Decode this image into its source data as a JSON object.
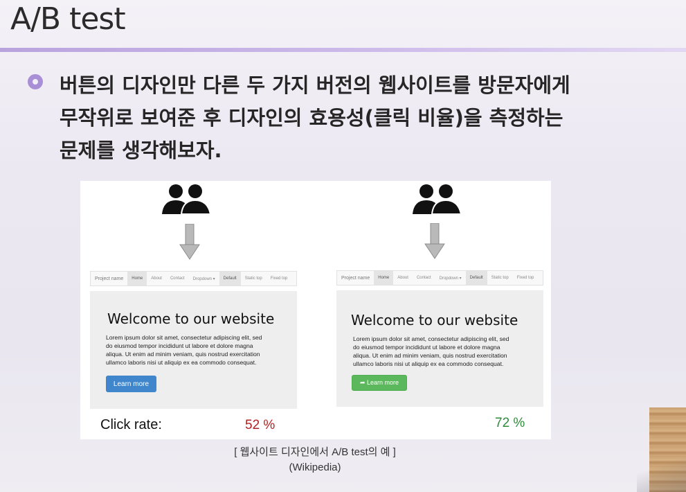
{
  "slide": {
    "title": "A/B test",
    "body": "버튼의 디자인만 다른 두 가지 버전의 웹사이트를 방문자에게\n무작위로 보여준 후 디자인의 효용성(클릭 비율)을 측정하는\n문제를 생각해보자."
  },
  "figure": {
    "left": {
      "nav": {
        "brand": "Project name",
        "items": [
          "Home",
          "About",
          "Contact",
          "Dropdown ▾",
          "Default",
          "Static top",
          "Fixed top"
        ]
      },
      "hero_title": "Welcome to our website",
      "hero_text": "Lorem ipsum dolor sit amet, consectetur adipiscing elit, sed\ndo eiusmod tempor incididunt ut labore et dolore magna\naliqua. Ut enim ad minim veniam, quis nostrud exercitation\nullamco laboris nisi ut aliquip ex ea commodo consequat.",
      "button_label": "Learn more",
      "click_rate": "52 %"
    },
    "right": {
      "nav": {
        "brand": "Project name",
        "items": [
          "Home",
          "About",
          "Contact",
          "Dropdown ▾",
          "Default",
          "Static top",
          "Fixed top"
        ]
      },
      "hero_title": "Welcome to our website",
      "hero_text": "Lorem ipsum dolor sit amet, consectetur adipiscing elit, sed\ndo eiusmod tempor incididunt ut labore et dolore magna\naliqua. Ut enim ad minim veniam, quis nostrud exercitation\nullamco laboris nisi ut aliquip ex ea commodo consequat.",
      "button_label": "➦ Learn more",
      "click_rate": "72 %"
    },
    "click_rate_label": "Click rate:",
    "colors": {
      "rate_a": "#b22222",
      "rate_b": "#2e8b3a",
      "button_a": "#3f86cd",
      "button_b": "#5cb85c"
    }
  },
  "caption": {
    "line1": "[ 웹사이트 디자인에서 A/B test의 예 ]",
    "line2": "(Wikipedia)"
  }
}
